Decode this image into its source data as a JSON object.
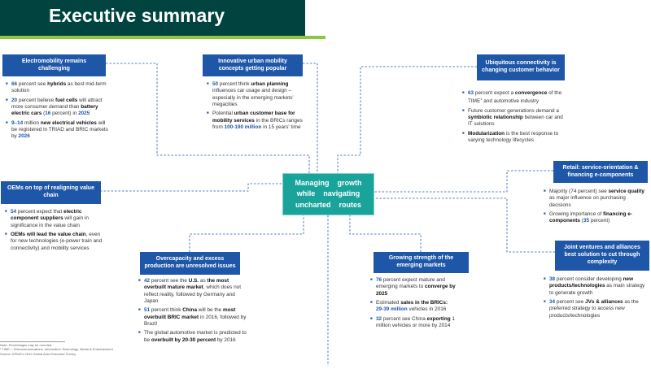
{
  "title": "Executive summary",
  "center": {
    "left_top": "Managing",
    "right_top": "growth",
    "left_mid": "while",
    "right_mid": "navigating",
    "left_bot": "uncharted",
    "right_bot": "routes"
  },
  "boxes": {
    "electromobility": "Electromobility remains challenging",
    "urban": "Innovative urban mobility concepts getting popular",
    "connectivity": "Ubiquitous connectivity is changing customer behavior",
    "oems": "OEMs on top of realigning value chain",
    "retail": "Retail: service-orientation & financing e-components",
    "joint": "Joint ventures and alliances best solution to cut through complexity",
    "overcapacity": "Overcapacity and excess production are unresolved issues",
    "emerging": "Growing strength of the emerging markets"
  },
  "bullets": {
    "electromobility": [
      {
        "h": "66",
        "t1": " percent see ",
        "b": "hybrids",
        "t2": " as best mid-term solution"
      },
      {
        "h": "20",
        "t1": " percent believe ",
        "b": "fuel cells",
        "t2": " will attract more consumer demand than ",
        "b2": "battery electric cars",
        "t3": " (",
        "h2": "16",
        "t4": " percent) in ",
        "h3": "2025"
      },
      {
        "h": "9–14",
        "t1": " million ",
        "b": "new electrical vehicles",
        "t2": " will be registered in TRIAD and BRIC markets by ",
        "h3": "2026"
      }
    ],
    "urban": [
      {
        "h": "50",
        "t1": " percent think ",
        "b": "urban planning",
        "t2": " influences car usage and design – especially in the emerging markets' megacities"
      },
      {
        "t0": "Potential ",
        "b": "urban customer base for mobility services",
        "t2": " in the BRICs ranges from ",
        "h": "100-190 million",
        "t3": " in 15 years' time"
      }
    ],
    "connectivity": [
      {
        "h": "63",
        "t1": " percent expect a ",
        "b": "convergence",
        "t2": " of the TIME",
        "sup": "1",
        "t3": " and automotive industry"
      },
      {
        "t0": "Future customer generations demand a ",
        "b": "symbiotic relationship",
        "t2": " between car and IT solutions"
      },
      {
        "b": "Modularization",
        "t2": " is the best response to varying technology lifecycles"
      }
    ],
    "oems": [
      {
        "h": "54",
        "t1": " percent expect that ",
        "b": "electric component suppliers",
        "t2": " will gain in significance in the value chain"
      },
      {
        "b": "OEMs will lead the value chain",
        "t2": ", even for new technologies (e-power train and connectivity) and mobility services"
      }
    ],
    "retail": [
      {
        "t0": "Majority (74 percent) see ",
        "b": "service quality",
        "t2": " as major influence on purchasing decisions"
      },
      {
        "t0": "Growing importance of ",
        "b": "financing e-components",
        "t2": " (",
        "h": "35",
        "t3": " percent)"
      }
    ],
    "joint": [
      {
        "h": "38",
        "t1": " percent consider developing ",
        "b": "new products/technologies",
        "t2": " as main strategy to generate growth"
      },
      {
        "h": "34",
        "t1": " percent see ",
        "b": "JVs & alliances",
        "t2": " as the preferred strategy to access new products/technologies"
      }
    ],
    "overcapacity": [
      {
        "h": "42",
        "t1": " percent see the ",
        "b": "U.S.",
        "t2": " as ",
        "b2": "the most overbuilt mature market",
        "t3": ", which does not reflect reality, followed by Germany and Japan"
      },
      {
        "h": "51",
        "t1": " percent think ",
        "b": "China",
        "t2": " will be the ",
        "b2": "most overbuilt BRIC market",
        "t3": " in 2016, followed by Brazil"
      },
      {
        "t0": "The global automotive market is predicted to be ",
        "b": "overbuilt by 20-30 percent",
        "t2": " by 2016"
      }
    ],
    "emerging": [
      {
        "h": "76",
        "t1": " percent expect mature and emerging markets to ",
        "b": "converge by 2025"
      },
      {
        "t0": "Estimated ",
        "b": "sales in the BRICs:",
        "h": "29-39 million",
        "t3": " vehicles in 2016"
      },
      {
        "h": "32",
        "t1": " percent see China ",
        "b": "exporting",
        "t2": " 1 million vehicles or more by 2014"
      }
    ]
  },
  "footnote": {
    "l1": "Note: Percentages may be rounded.",
    "l2": "¹ TIME = Telecommunications, Information Technology, Media & Entertainment",
    "l3": "Source: KPMG's 2012 Global Auto Executive Survey"
  },
  "colors": {
    "header": "#00433f",
    "accent": "#8dc63f",
    "box": "#1f57a8",
    "center": "#1aa39b"
  }
}
